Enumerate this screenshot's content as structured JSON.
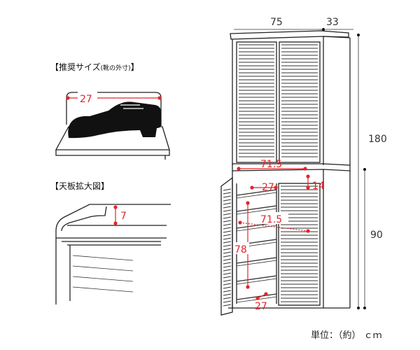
{
  "labels": {
    "recommended_size_main": "【推奨サイズ",
    "recommended_size_sub": "(靴の外寸)",
    "recommended_size_close": "】",
    "top_panel_zoom": "【天板拡大図】",
    "unit": "単位：（約） ｃｍ"
  },
  "dimensions": {
    "width": "75",
    "depth": "33",
    "height_total": "180",
    "height_lower": "90",
    "shoe_length": "27",
    "top_lip": "7",
    "inner_width_top": "71.5",
    "inner_width_mid": "71.5",
    "upper_gap": "14",
    "shelf_depth_top": "27",
    "shelf_depth_bottom": "27",
    "inner_height": "78"
  }
}
